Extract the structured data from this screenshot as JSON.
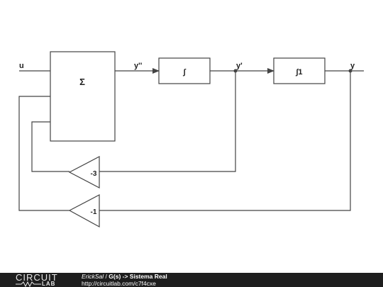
{
  "diagram": {
    "input_label": "u",
    "sum_label": "Σ",
    "signal_ypp": "y''",
    "integrator1_label": "∫",
    "signal_yp": "y'",
    "integrator2_label": "∫1",
    "output_label": "y",
    "gain_top_label": "-3",
    "gain_bottom_label": "-1",
    "line_color": "#444444"
  },
  "footer": {
    "logo_top": "CIRCUIT",
    "logo_bottom": "LAB",
    "author": "ErickSal",
    "separator": " / ",
    "title": "G(s) -> Sistema Real",
    "url": "http://circuitlab.com/c7f4cxe"
  }
}
